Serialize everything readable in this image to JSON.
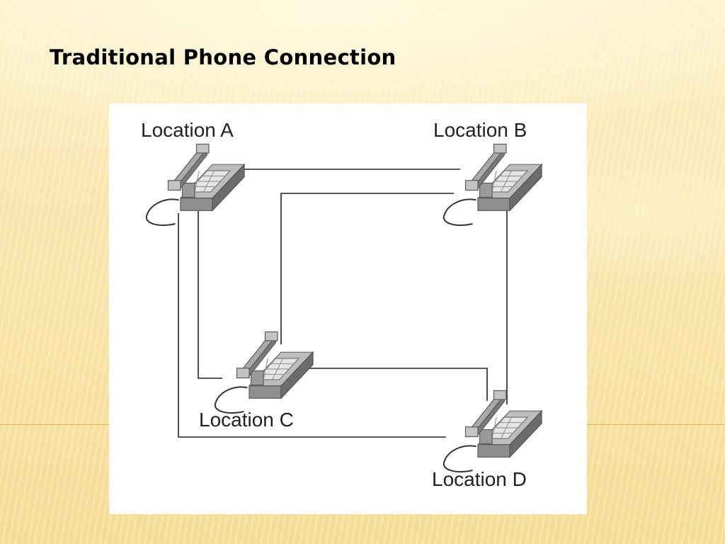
{
  "slide": {
    "title": "Traditional Phone Connection"
  },
  "diagram": {
    "locations": [
      {
        "id": "A",
        "label": "Location A"
      },
      {
        "id": "B",
        "label": "Location B"
      },
      {
        "id": "C",
        "label": "Location C"
      },
      {
        "id": "D",
        "label": "Location D"
      }
    ],
    "connections": [
      [
        "A",
        "B"
      ],
      [
        "A",
        "C"
      ],
      [
        "A",
        "D"
      ],
      [
        "B",
        "C"
      ],
      [
        "B",
        "D"
      ],
      [
        "C",
        "D"
      ]
    ],
    "device_icon": "desk-telephone-icon"
  },
  "colors": {
    "background": "#f9e6a8",
    "accent_line": "#e8b24c",
    "panel": "#ffffff",
    "wire": "#222222",
    "phone_top": "#b8b8b8",
    "phone_side": "#7a7a7a",
    "phone_dark": "#5a5a5a"
  }
}
